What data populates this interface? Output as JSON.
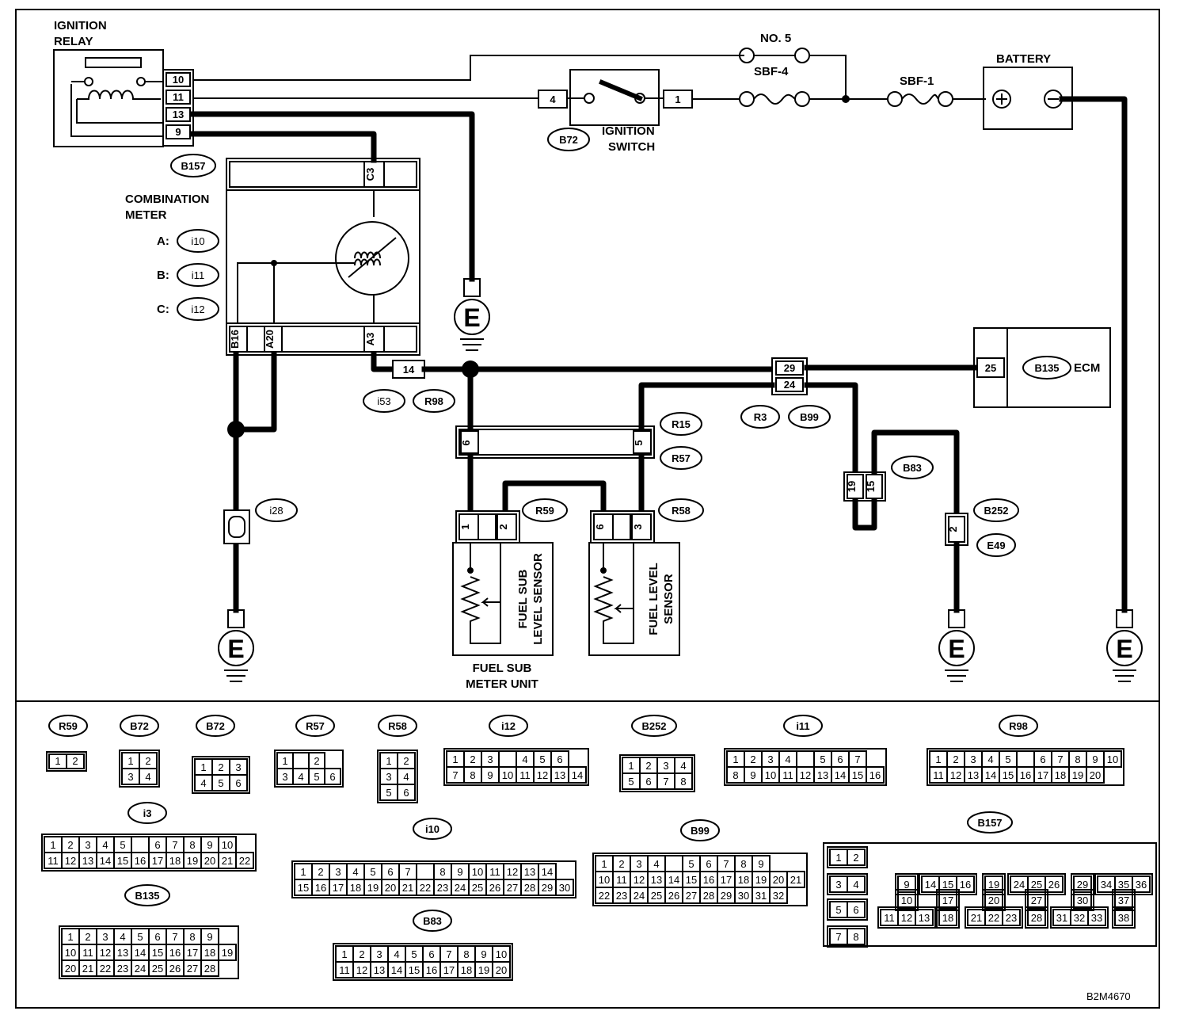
{
  "labels": {
    "ignition_relay_l1": "IGNITION",
    "ignition_relay_l2": "RELAY",
    "no5": "NO. 5",
    "sbf4": "SBF-4",
    "sbf1": "SBF-1",
    "battery": "BATTERY",
    "ignition_switch_l1": "IGNITION",
    "ignition_switch_l2": "SWITCH",
    "combination_meter_l1": "COMBINATION",
    "combination_meter_l2": "METER",
    "a_label": "A:",
    "b_label": "B:",
    "c_label": "C:",
    "ecm": "ECM",
    "fuel_sub_level_l1": "FUEL SUB",
    "fuel_sub_level_l2": "LEVEL SENSOR",
    "fuel_level_l1": "FUEL LEVEL",
    "fuel_level_l2": "SENSOR",
    "fuel_sub_meter_l1": "FUEL SUB",
    "fuel_sub_meter_l2": "METER UNIT",
    "ground": "E",
    "figure_code": "B2M4670"
  },
  "relay_pins": [
    "10",
    "11",
    "13",
    "9"
  ],
  "pins": {
    "b72_4": "4",
    "b72_1": "1",
    "c3": "C3",
    "b16": "B16",
    "a20": "A20",
    "a3": "A3",
    "p14": "14",
    "p29": "29",
    "p24": "24",
    "p25": "25",
    "p6": "6",
    "p5": "5",
    "p1": "1",
    "p2": "2",
    "p6b": "6",
    "p3": "3",
    "p19": "19",
    "p15": "15",
    "p2b": "2"
  },
  "connectors": {
    "b157": "B157",
    "b72": "B72",
    "i10": "i10",
    "i11": "i11",
    "i12": "i12",
    "i53": "i53",
    "r98": "R98",
    "r3": "R3",
    "b99": "B99",
    "b135": "B135",
    "r15": "R15",
    "r57": "R57",
    "r59": "R59",
    "r58": "R58",
    "b83": "B83",
    "b252": "B252",
    "e49": "E49",
    "i28": "i28"
  },
  "legend": {
    "R59": {
      "rows": [
        [
          "1",
          "2"
        ]
      ]
    },
    "B72a": {
      "rows": [
        [
          "1",
          "2"
        ],
        [
          "3",
          "4"
        ]
      ]
    },
    "B72b": {
      "rows": [
        [
          "1",
          "2",
          "3"
        ],
        [
          "4",
          "5",
          "6"
        ]
      ]
    },
    "R57": {
      "rows": [
        [
          "1",
          "",
          "2"
        ],
        [
          "3",
          "4",
          "5",
          "6"
        ]
      ]
    },
    "R58": {
      "rows": [
        [
          "1",
          "2"
        ],
        [
          "3",
          "4"
        ],
        [
          "5",
          "6"
        ]
      ]
    },
    "i12": {
      "rows": [
        [
          "1",
          "2",
          "3",
          "",
          "4",
          "5",
          "6"
        ],
        [
          "7",
          "8",
          "9",
          "10",
          "11",
          "12",
          "13",
          "14"
        ]
      ]
    },
    "B252": {
      "rows": [
        [
          "1",
          "2",
          "3",
          "4"
        ],
        [
          "5",
          "6",
          "7",
          "8"
        ]
      ]
    },
    "i11": {
      "rows": [
        [
          "1",
          "2",
          "3",
          "4",
          "",
          "5",
          "6",
          "7"
        ],
        [
          "8",
          "9",
          "10",
          "11",
          "12",
          "13",
          "14",
          "15",
          "16"
        ]
      ]
    },
    "R98": {
      "rows": [
        [
          "1",
          "2",
          "3",
          "4",
          "5",
          "",
          "6",
          "7",
          "8",
          "9",
          "10"
        ],
        [
          "11",
          "12",
          "13",
          "14",
          "15",
          "16",
          "17",
          "18",
          "19",
          "20"
        ]
      ]
    },
    "i3": {
      "rows": [
        [
          "1",
          "2",
          "3",
          "4",
          "5",
          "",
          "6",
          "7",
          "8",
          "9",
          "10"
        ],
        [
          "11",
          "12",
          "13",
          "14",
          "15",
          "16",
          "17",
          "18",
          "19",
          "20",
          "21",
          "22"
        ]
      ]
    },
    "i10": {
      "rows": [
        [
          "1",
          "2",
          "3",
          "4",
          "5",
          "6",
          "7",
          "",
          "8",
          "9",
          "10",
          "11",
          "12",
          "13",
          "14"
        ],
        [
          "15",
          "16",
          "17",
          "18",
          "19",
          "20",
          "21",
          "22",
          "23",
          "24",
          "25",
          "26",
          "27",
          "28",
          "29",
          "30"
        ]
      ]
    },
    "B99": {
      "rows": [
        [
          "1",
          "2",
          "3",
          "4",
          "",
          "5",
          "6",
          "7",
          "8",
          "9"
        ],
        [
          "10",
          "11",
          "12",
          "13",
          "14",
          "15",
          "16",
          "17",
          "18",
          "19",
          "20",
          "21"
        ],
        [
          "22",
          "23",
          "24",
          "25",
          "26",
          "27",
          "28",
          "29",
          "30",
          "31",
          "32"
        ]
      ]
    },
    "B157": {
      "rows": [
        [
          "1",
          "2"
        ],
        [
          "3",
          "4",
          "9",
          "14",
          "15",
          "16",
          "19",
          "24",
          "25",
          "26",
          "29",
          "34",
          "35",
          "36"
        ],
        [
          "10",
          "17",
          "20",
          "27",
          "30",
          "37"
        ],
        [
          "5",
          "6",
          "11",
          "12",
          "13",
          "18",
          "21",
          "22",
          "23",
          "28",
          "31",
          "32",
          "33",
          "38"
        ],
        [
          "7",
          "8"
        ]
      ]
    },
    "B135": {
      "rows": [
        [
          "1",
          "2",
          "3",
          "4",
          "5",
          "6",
          "7",
          "8",
          "9"
        ],
        [
          "10",
          "11",
          "12",
          "13",
          "14",
          "15",
          "16",
          "17",
          "18",
          "19"
        ],
        [
          "20",
          "21",
          "22",
          "23",
          "24",
          "25",
          "26",
          "27",
          "28"
        ]
      ]
    },
    "B83": {
      "rows": [
        [
          "1",
          "2",
          "3",
          "4",
          "5",
          "6",
          "7",
          "8",
          "9",
          "10"
        ],
        [
          "11",
          "12",
          "13",
          "14",
          "15",
          "16",
          "17",
          "18",
          "19",
          "20"
        ]
      ]
    }
  }
}
